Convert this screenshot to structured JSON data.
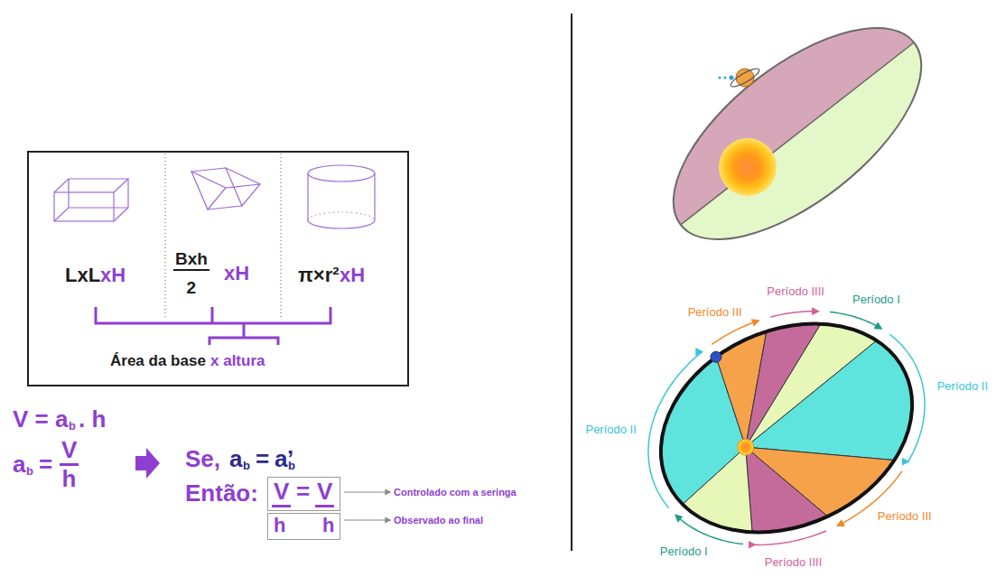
{
  "diagram": {
    "nodes": [
      {
        "text": [
          "LxL",
          "xH",
          "Bxh",
          "2",
          "xH",
          "π×r²",
          "xH",
          "Área da base",
          "x altura"
        ]
      },
      {
        "text": [
          "V",
          "=",
          "V"
        ]
      },
      {
        "text": [
          "h",
          "h"
        ]
      }
    ],
    "labels": [
      "V = a",
      "b",
      ". h",
      "a",
      "b",
      "=",
      "V",
      "h",
      "Se,",
      "a",
      "b",
      "=",
      "a",
      "b",
      "’",
      "Então:",
      "Controlado com a seringa",
      "Observado ao final",
      "Período III",
      "Período IIII",
      "Período I",
      "Período II",
      "Período II",
      "Período I",
      "Período IIII",
      "Período III"
    ]
  }
}
